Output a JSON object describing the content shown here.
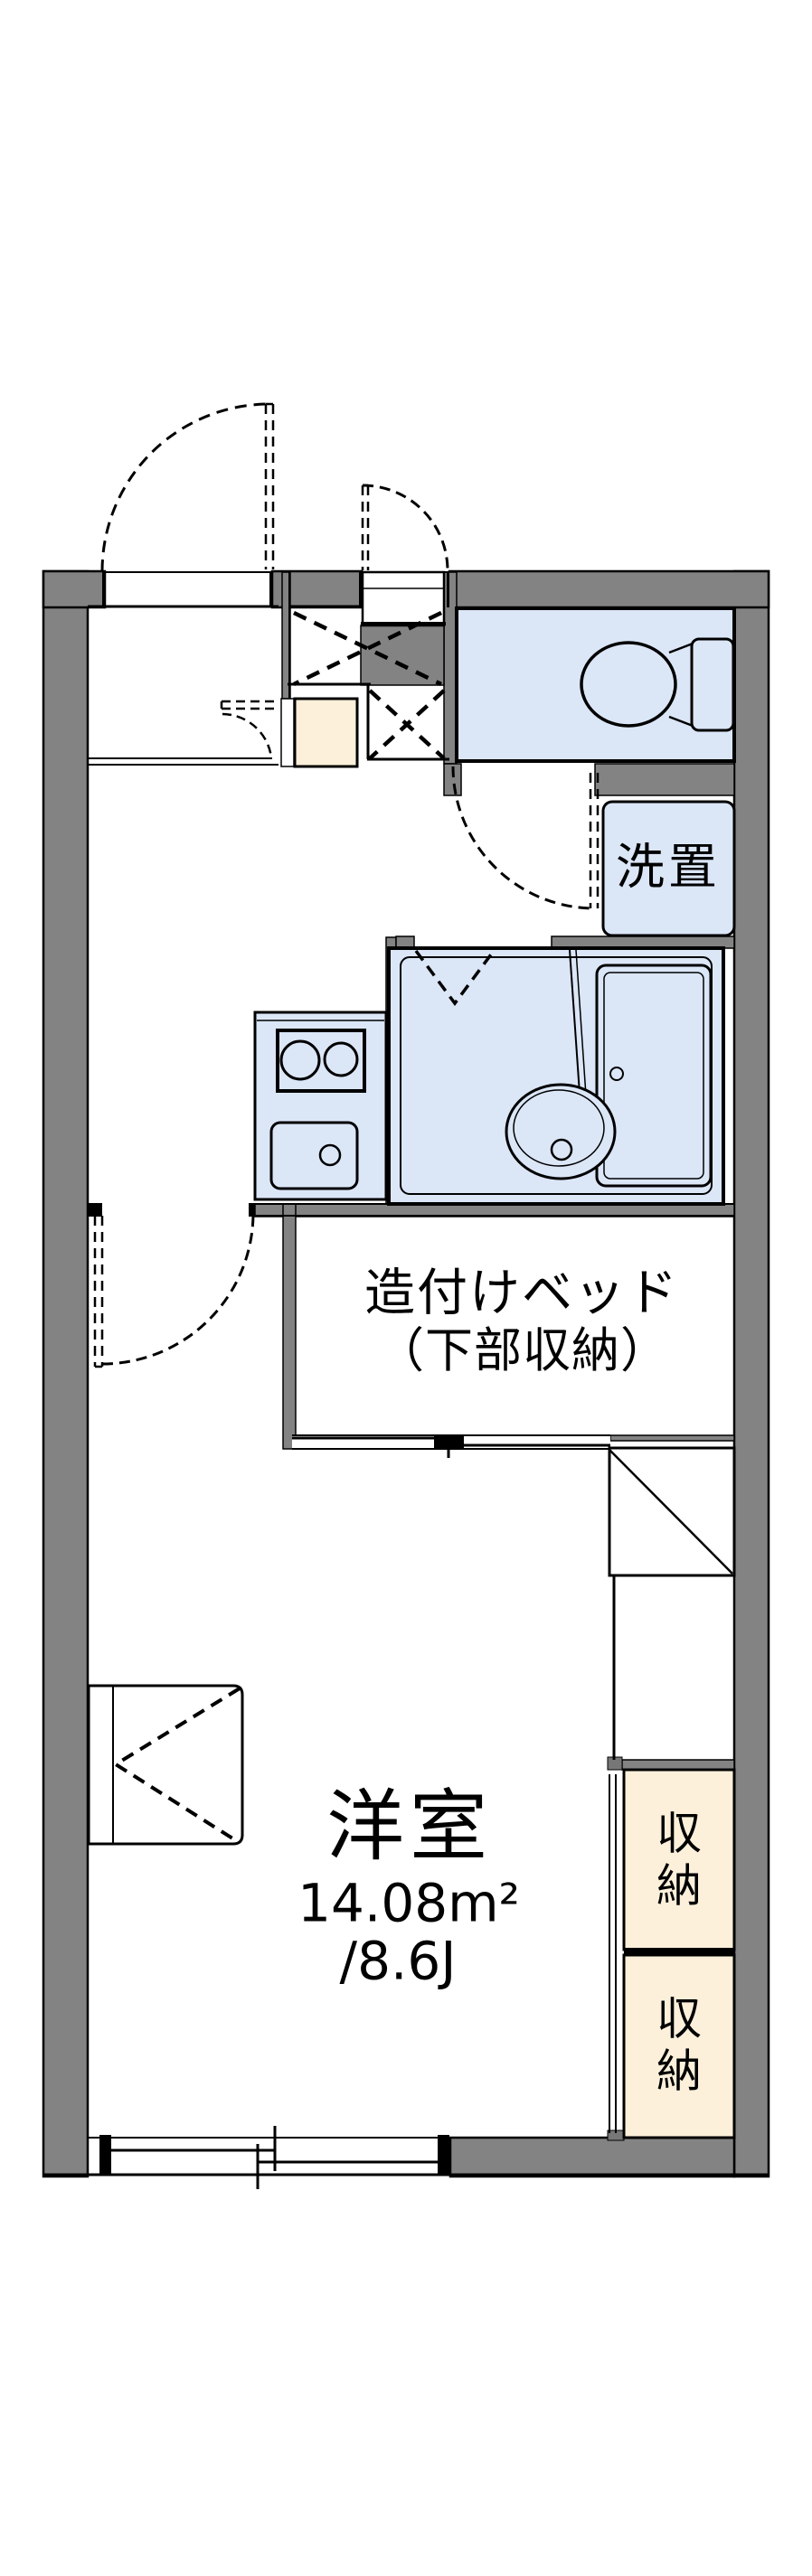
{
  "plan": {
    "title": "apartment-floor-plan",
    "rooms": {
      "living": {
        "name": "洋室",
        "area_m2": "14.08m²",
        "area_jo": "/8.6J"
      },
      "bed": {
        "line1": "造付けベッド",
        "line2": "（下部収納）"
      },
      "laundry": {
        "label": "洗置"
      },
      "storage_upper": {
        "label": "収納"
      },
      "storage_lower": {
        "label": "収納"
      }
    },
    "colors": {
      "wall": "#838383",
      "fixture_fill": "#dbe6f7",
      "storage_fill": "#fcf0da",
      "line": "#000000",
      "bg": "#ffffff"
    }
  }
}
